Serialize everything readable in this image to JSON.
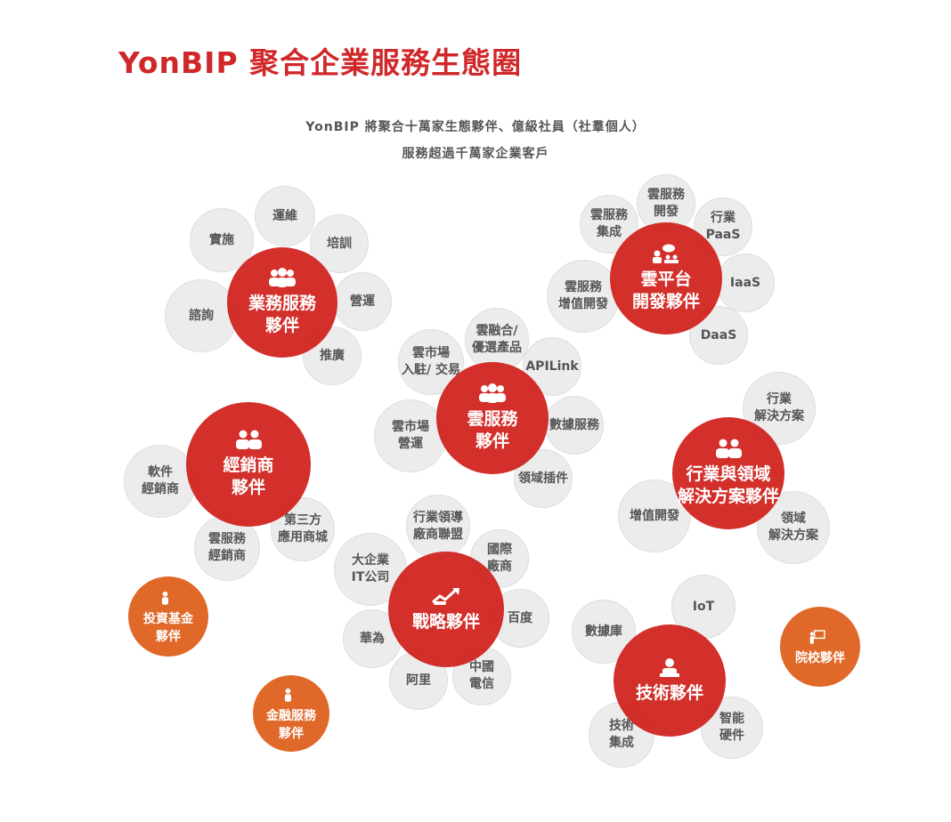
{
  "title": "YonBIP 聚合企業服務生態圈",
  "subtitle": [
    "YonBIP  將聚合十萬家生態夥伴、億級社員（社羣個人）",
    "服務超過千萬家企業客戶"
  ],
  "colors": {
    "title": "#d0282a",
    "hub": "#d0221e",
    "satellite": "#ececec",
    "orange": "#e0692a"
  },
  "clusters": [
    {
      "hub": "業務服務\n夥伴",
      "icon": "team-icon",
      "satellites": [
        "運維",
        "實施",
        "培訓",
        "營運",
        "諮詢",
        "推廣"
      ]
    },
    {
      "hub": "雲平台\n開發夥伴",
      "icon": "discussion-icon",
      "satellites": [
        "雲服務\n開發",
        "雲服務\n集成",
        "行業\nPaaS",
        "IaaS",
        "雲服務\n增值開發",
        "DaaS"
      ]
    },
    {
      "hub": "雲服務\n夥伴",
      "icon": "group-icon",
      "satellites": [
        "雲融合/\n優選產品",
        "雲市場\n入駐/ 交易",
        "APILink",
        "雲市場\n營運",
        "數據服務",
        "領域插件"
      ]
    },
    {
      "hub": "行業與領域\n解決方案夥伴",
      "icon": "two-people-icon",
      "satellites": [
        "行業\n解決方案",
        "增值開發",
        "領域\n解決方案"
      ]
    },
    {
      "hub": "經銷商\n夥伴",
      "icon": "couple-icon",
      "satellites": [
        "軟件\n經銷商",
        "第三方\n應用商城",
        "雲服務\n經銷商"
      ]
    },
    {
      "hub": "戰略夥伴",
      "icon": "handshake-growth-icon",
      "satellites": [
        "行業領導\n廠商聯盟",
        "國際\n廠商",
        "大企業\nIT公司",
        "百度",
        "華為",
        "阿里",
        "中國\n電信"
      ]
    },
    {
      "hub": "技術夥伴",
      "icon": "engineer-icon",
      "satellites": [
        "IoT",
        "數據庫",
        "智能\n硬件",
        "技術\n集成"
      ]
    }
  ],
  "standalone": [
    {
      "label": "投資基金\n夥伴",
      "icon": "investor-icon"
    },
    {
      "label": "金融服務\n夥伴",
      "icon": "investor-icon"
    },
    {
      "label": "院校夥伴",
      "icon": "teacher-icon"
    }
  ]
}
